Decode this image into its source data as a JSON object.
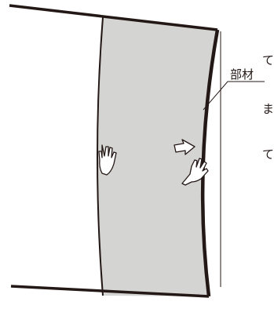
{
  "diagram": {
    "member_label": "部材",
    "left_text_fragments": [
      "て",
      "ま",
      "て"
    ],
    "colors": {
      "panel_fill": "#d4d4d2",
      "line": "#231815",
      "hand_fill": "#ffffff"
    },
    "icons": [
      "hand-icon",
      "arrow-icon",
      "hand-icon"
    ]
  }
}
